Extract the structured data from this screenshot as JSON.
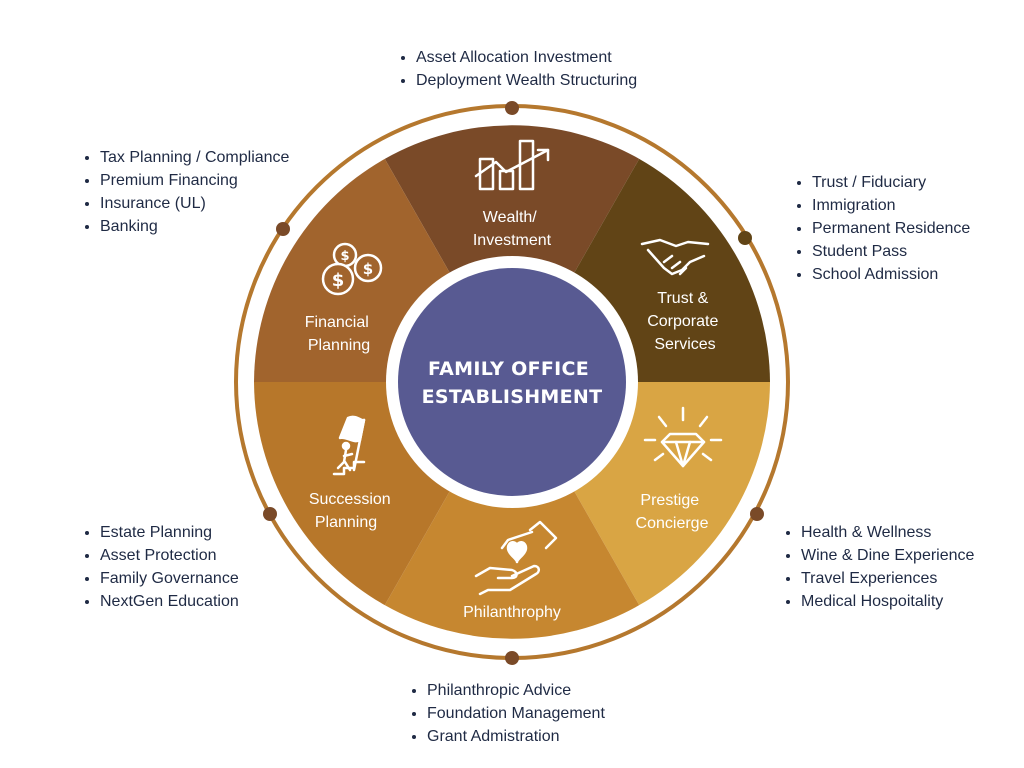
{
  "center": {
    "line1": "FAMILY OFFICE",
    "line2": "ESTABLISHMENT",
    "color": "#585a92"
  },
  "ring_color": "#b5782e",
  "segments": [
    {
      "id": "wealth",
      "label_lines": [
        "Wealth/",
        "Investment"
      ],
      "color": "#7a4a28",
      "icon": "growth-chart-icon",
      "items": [
        "Asset Allocation Investment",
        "Deployment Wealth Structuring"
      ]
    },
    {
      "id": "trust",
      "label_lines": [
        "Trust &",
        "Corporate",
        "Services"
      ],
      "color": "#614416",
      "icon": "handshake-icon",
      "items": [
        "Trust / Fiduciary",
        "Immigration",
        "Permanent Residence",
        "Student Pass",
        "School Admission"
      ]
    },
    {
      "id": "prestige",
      "label_lines": [
        "Prestige",
        "Concierge"
      ],
      "color": "#d9a544",
      "icon": "diamond-icon",
      "items": [
        "Health & Wellness",
        "Wine & Dine Experience",
        "Travel Experiences",
        "Medical Hospoitality"
      ]
    },
    {
      "id": "philanthropy",
      "label_lines": [
        "Philanthrophy"
      ],
      "color": "#c68730",
      "icon": "giving-hand-icon",
      "items": [
        "Philanthropic Advice",
        "Foundation Management",
        "Grant Admistration"
      ]
    },
    {
      "id": "succession",
      "label_lines": [
        "Succession",
        "Planning"
      ],
      "color": "#b7772a",
      "icon": "flag-climb-icon",
      "items": [
        "Estate Planning",
        "Asset Protection",
        "Family Governance",
        "NextGen Education"
      ]
    },
    {
      "id": "financial",
      "label_lines": [
        "Financial",
        "Planning"
      ],
      "color": "#a1642d",
      "icon": "coins-icon",
      "items": [
        "Tax Planning / Compliance",
        "Premium Financing",
        "Insurance (UL)",
        "Banking"
      ]
    }
  ]
}
